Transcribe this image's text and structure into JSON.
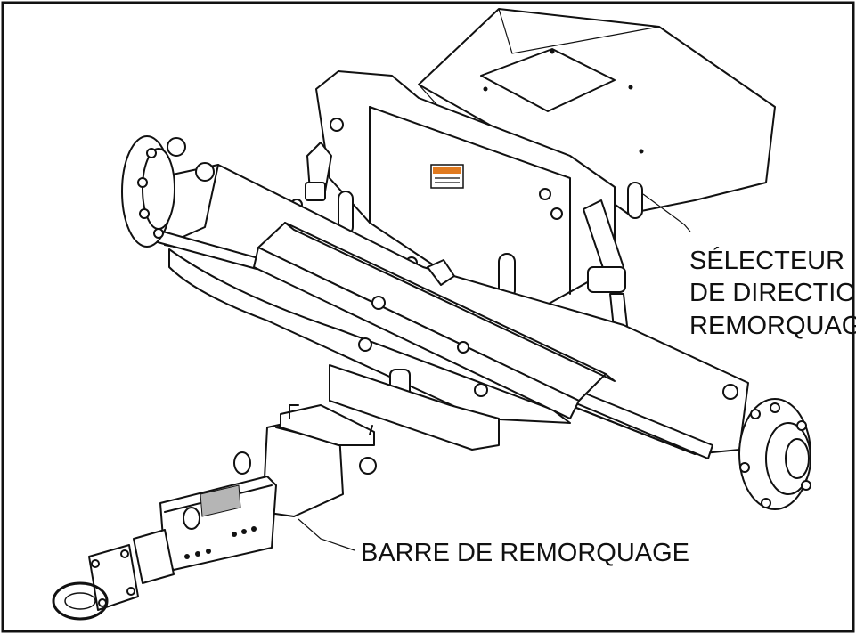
{
  "labels": {
    "selector_line1": "SÉLECTEUR",
    "selector_line2": "DE DIRECTION/",
    "selector_line3": "REMORQUAGE",
    "towbar": "BARRE DE REMORQUAGE"
  },
  "colors": {
    "ink": "#111111",
    "paper": "#ffffff",
    "decal_gray": "#b5b5b5",
    "warning_orange": "#e07a1f"
  }
}
